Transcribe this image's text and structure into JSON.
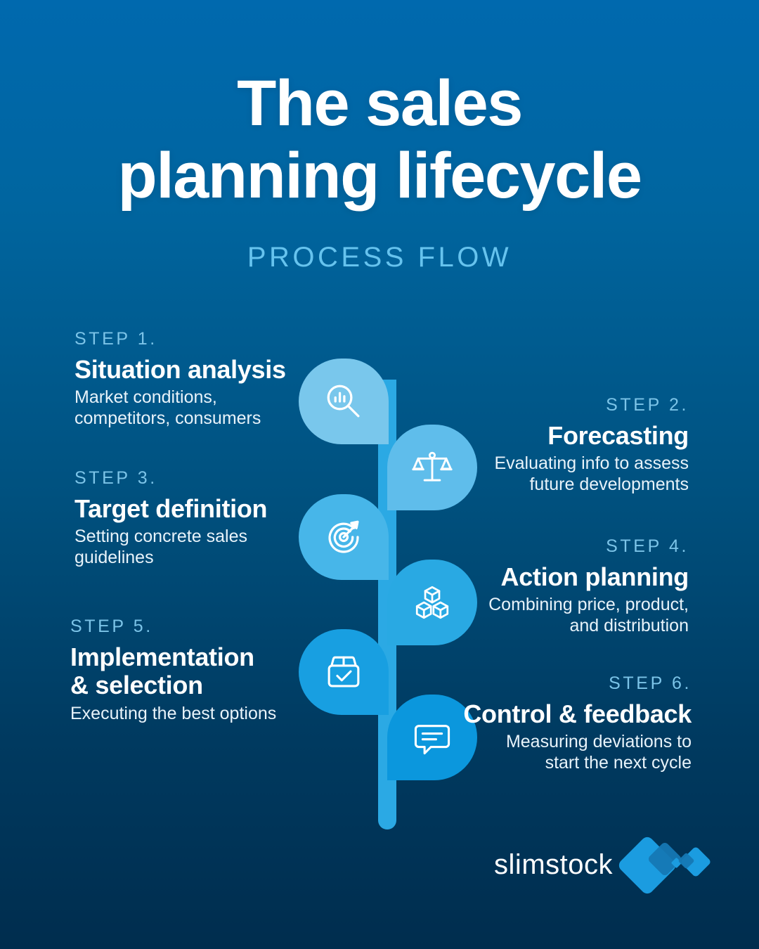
{
  "header": {
    "title_line1": "The sales",
    "title_line2": "planning lifecycle",
    "subtitle": "PROCESS FLOW"
  },
  "colors": {
    "background_top": "#0069ae",
    "background_bottom": "#002d4e",
    "accent_light": "#7cc4e8",
    "stem": "#2ba9e4",
    "leaf_1": "#79c7ec",
    "leaf_2": "#5fbdeb",
    "leaf_3": "#47b6e9",
    "leaf_4": "#29a9e3",
    "leaf_5": "#189fe1",
    "leaf_6": "#0b97dd",
    "text_white": "#ffffff",
    "logo_blue": "#1b9ce0"
  },
  "steps": [
    {
      "number": "STEP 1.",
      "title": "Situation analysis",
      "desc_line1": "Market conditions,",
      "desc_line2": "competitors, consumers",
      "icon": "magnifier-bar-chart-icon",
      "side": "left"
    },
    {
      "number": "STEP 2.",
      "title": "Forecasting",
      "desc_line1": "Evaluating info to assess",
      "desc_line2": "future developments",
      "icon": "balance-scale-icon",
      "side": "right"
    },
    {
      "number": "STEP 3.",
      "title": "Target definition",
      "desc_line1": "Setting concrete sales",
      "desc_line2": "guidelines",
      "icon": "target-arrow-icon",
      "side": "left"
    },
    {
      "number": "STEP 4.",
      "title": "Action planning",
      "desc_line1": "Combining price, product,",
      "desc_line2": "and distribution",
      "icon": "stacked-boxes-icon",
      "side": "right"
    },
    {
      "number": "STEP 5.",
      "title_line1": "Implementation",
      "title_line2": "& selection",
      "desc_line1": "Executing the best options",
      "desc_line2": "",
      "icon": "package-check-icon",
      "side": "left"
    },
    {
      "number": "STEP 6.",
      "title": "Control & feedback",
      "desc_line1": "Measuring deviations to",
      "desc_line2": "start the next cycle",
      "icon": "chat-bubble-icon",
      "side": "right"
    }
  ],
  "footer": {
    "brand": "slimstock"
  }
}
